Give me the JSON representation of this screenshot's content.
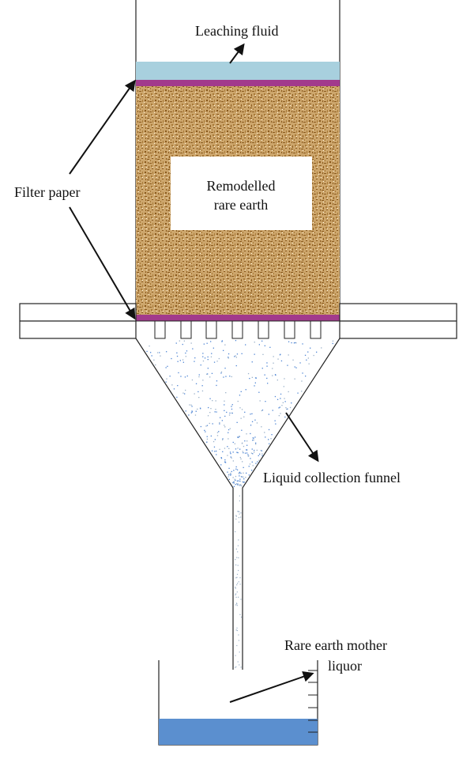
{
  "labels": {
    "leaching_fluid": "Leaching fluid",
    "filter_paper": "Filter paper",
    "remodelled_line1": "Remodelled",
    "remodelled_line2": "rare earth",
    "funnel": "Liquid collection funnel",
    "mother_liquor_line1": "Rare earth mother",
    "mother_liquor_line2": "liquor"
  },
  "colors": {
    "leaching_fluid": "#a8d0de",
    "filter_paper": "#a23a8c",
    "soil_base": "#cda66c",
    "soil_speckle": "#8a5a1e",
    "droplet": "#4f86d4",
    "mother_liquor": "#5b8fcf",
    "line": "#222222"
  },
  "icons": {
    "arrows": "arrow-icon"
  }
}
